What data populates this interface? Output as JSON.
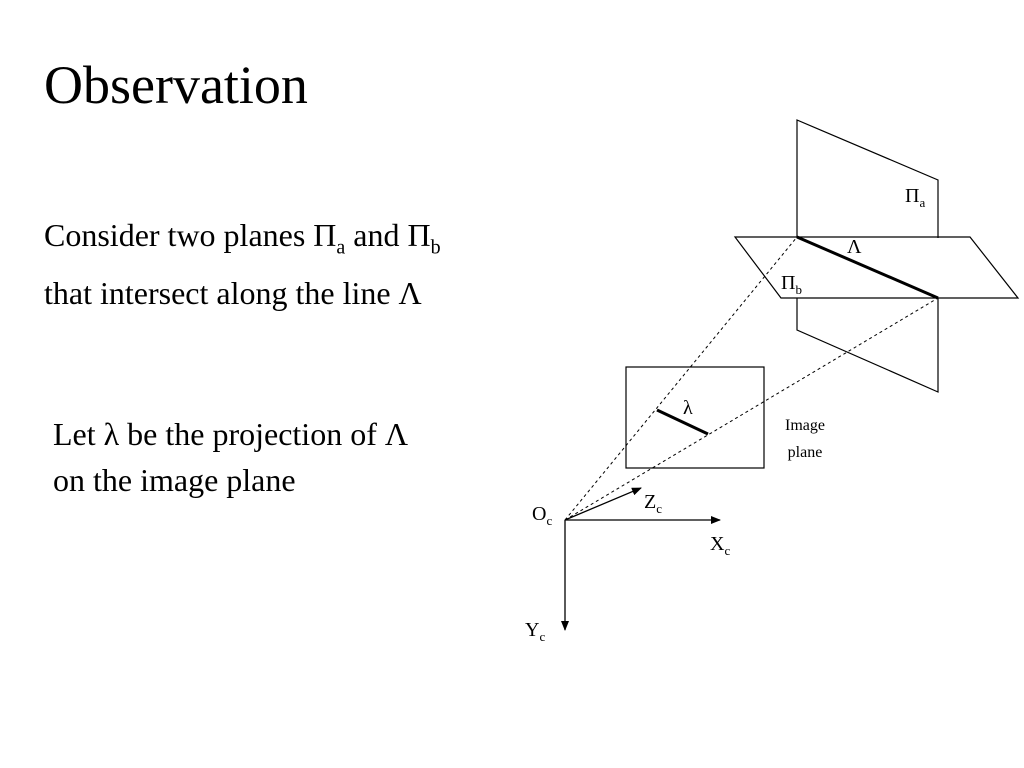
{
  "slide": {
    "title": "Observation",
    "paragraph_1": {
      "line_1": {
        "pre": "Consider two planes ",
        "pi_a": "Π",
        "a_sub": "a",
        "mid": " and ",
        "pi_b": "Π",
        "b_sub": "b"
      },
      "line_2": "that intersect along the line Λ"
    },
    "paragraph_2": {
      "line_1": "Let λ be the projection of Λ",
      "line_2": "on the image plane"
    }
  },
  "diagram": {
    "plane_a_label": {
      "symbol": "Π",
      "subscript": "a"
    },
    "plane_b_label": {
      "symbol": "Π",
      "subscript": "b"
    },
    "intersection_line_label": "Λ",
    "projected_line_label": "λ",
    "image_plane_label": [
      "Image",
      "plane"
    ],
    "camera_center_label": {
      "symbol": "O",
      "subscript": "c"
    },
    "axis_x_label": {
      "symbol": "X",
      "subscript": "c"
    },
    "axis_y_label": {
      "symbol": "Y",
      "subscript": "c"
    },
    "axis_z_label": {
      "symbol": "Z",
      "subscript": "c"
    }
  }
}
